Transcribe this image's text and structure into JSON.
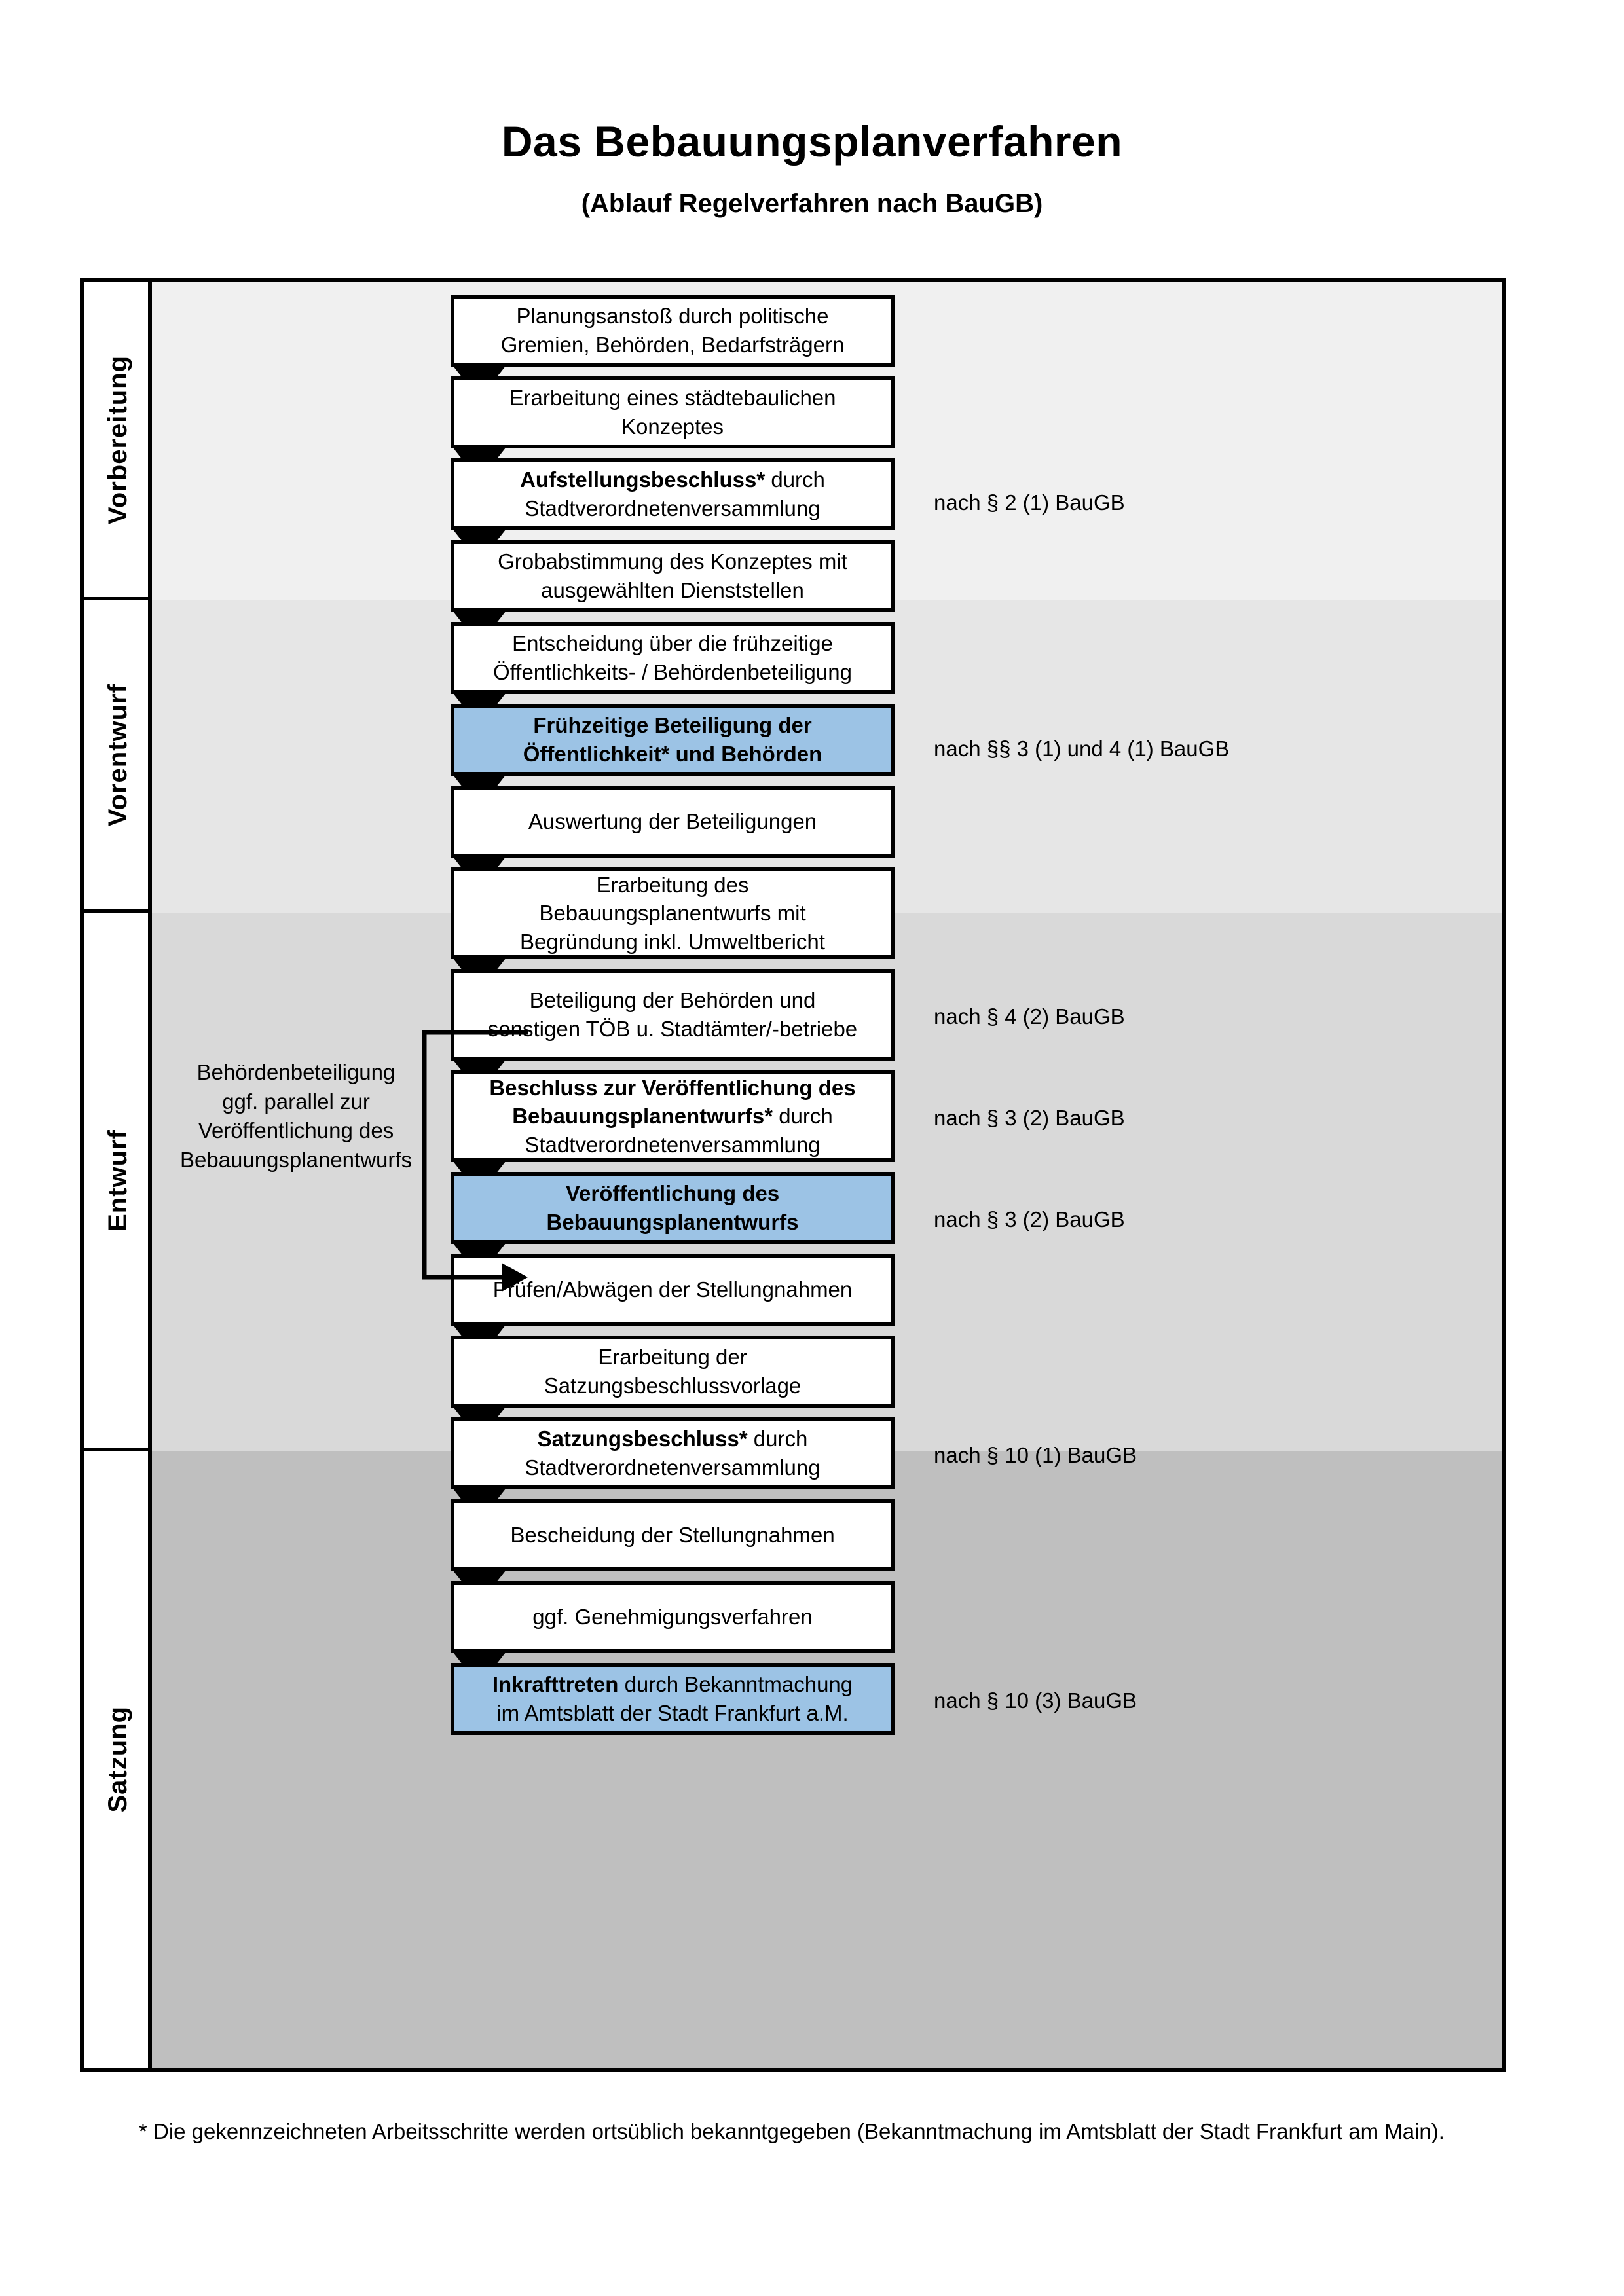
{
  "header": {
    "title": "Das Bebauungsplanverfahren",
    "subtitle": "(Ablauf Regelverfahren nach BauGB)"
  },
  "colors": {
    "highlight": "#9CC3E5",
    "phase_1_bg": "#F0F0F0",
    "phase_2_bg": "#E6E6E6",
    "phase_3_bg": "#D9D9D9",
    "phase_4_bg": "#BFBFBF",
    "border": "#000000"
  },
  "phases": [
    {
      "label": "Vorbereitung"
    },
    {
      "label": "Vorentwurf"
    },
    {
      "label": "Entwurf"
    },
    {
      "label": "Satzung"
    }
  ],
  "steps": [
    {
      "id": "planungsanstoss",
      "phase": "Vorbereitung",
      "line1": "Planungsanstoß durch politische",
      "line2": "Gremien, Behörden, Bedarfsträgern",
      "highlighted": false
    },
    {
      "id": "staedtebauliches-konzept",
      "phase": "Vorbereitung",
      "line1": "Erarbeitung eines städtebaulichen",
      "line2": "Konzeptes",
      "highlighted": false
    },
    {
      "id": "aufstellungsbeschluss",
      "phase": "Vorbereitung",
      "bold1": "Aufstellungsbeschluss*",
      "rest1": " durch",
      "line2": "Stadtverordnetenversammlung",
      "highlighted": false
    },
    {
      "id": "grobabstimmung",
      "phase": "Vorentwurf",
      "line1": "Grobabstimmung des Konzeptes mit",
      "line2": "ausgewählten Dienststellen",
      "highlighted": false
    },
    {
      "id": "entscheidung-fruehzeitige",
      "phase": "Vorentwurf",
      "line1": "Entscheidung über die frühzeitige",
      "line2": "Öffentlichkeits- / Behördenbeteiligung",
      "highlighted": false
    },
    {
      "id": "fruehzeitige-beteiligung",
      "phase": "Vorentwurf",
      "bold1": "Frühzeitige Beteiligung der",
      "bold2": "Öffentlichkeit* und Behörden",
      "highlighted": true
    },
    {
      "id": "auswertung-beteiligungen",
      "phase": "Entwurf",
      "line1": "Auswertung der Beteiligungen",
      "highlighted": false
    },
    {
      "id": "erarbeitung-entwurf",
      "phase": "Entwurf",
      "line1": "Erarbeitung des",
      "line2": "Bebauungsplanentwurfs mit",
      "line3": "Begründung inkl. Umweltbericht",
      "highlighted": false
    },
    {
      "id": "beteiligung-behoerden",
      "phase": "Entwurf",
      "line1": "Beteiligung der Behörden und",
      "line2": "sonstigen TÖB u. Stadtämter/-betriebe",
      "highlighted": false
    },
    {
      "id": "beschluss-veroeffentlichung",
      "phase": "Entwurf",
      "bold1": "Beschluss zur Veröffentlichung des",
      "bold2": "Bebauungsplanentwurfs*",
      "rest2": " durch",
      "line3": "Stadtverordnetenversammlung",
      "highlighted": false
    },
    {
      "id": "veroeffentlichung-entwurf",
      "phase": "Entwurf",
      "bold1": "Veröffentlichung des",
      "bold2": "Bebauungsplanentwurfs",
      "highlighted": true
    },
    {
      "id": "pruefen-abwaegen",
      "phase": "Satzung",
      "line1": "Prüfen/Abwägen der Stellungnahmen",
      "highlighted": false
    },
    {
      "id": "erarbeitung-satzungsvorlage",
      "phase": "Satzung",
      "line1": "Erarbeitung der",
      "line2": "Satzungsbeschlussvorlage",
      "highlighted": false
    },
    {
      "id": "satzungsbeschluss",
      "phase": "Satzung",
      "bold1": "Satzungsbeschluss*",
      "rest1": " durch",
      "line2": "Stadtverordnetenversammlung",
      "highlighted": false
    },
    {
      "id": "bescheidung",
      "phase": "Satzung",
      "line1": "Bescheidung der Stellungnahmen",
      "highlighted": false
    },
    {
      "id": "genehmigungsverfahren",
      "phase": "Satzung",
      "line1": "ggf. Genehmigungsverfahren",
      "highlighted": false
    },
    {
      "id": "inkrafttreten",
      "phase": "Satzung",
      "bold1": "Inkrafttreten",
      "rest1": " durch Bekanntmachung",
      "line2": "im Amtsblatt der Stadt Frankfurt a.M.",
      "highlighted": true
    }
  ],
  "references": [
    {
      "id": "ref-par-2-1",
      "text": "nach § 2 (1) BauGB",
      "for_step": "aufstellungsbeschluss"
    },
    {
      "id": "ref-par-3-4-1",
      "text": "nach §§ 3 (1) und 4 (1) BauGB",
      "for_step": "fruehzeitige-beteiligung"
    },
    {
      "id": "ref-par-4-2",
      "text": "nach § 4 (2) BauGB",
      "for_step": "beteiligung-behoerden"
    },
    {
      "id": "ref-par-3-2-a",
      "text": "nach § 3 (2) BauGB",
      "for_step": "beschluss-veroeffentlichung"
    },
    {
      "id": "ref-par-3-2-b",
      "text": "nach § 3 (2) BauGB",
      "for_step": "veroeffentlichung-entwurf"
    },
    {
      "id": "ref-par-10-1",
      "text": "nach § 10 (1) BauGB",
      "for_step": "satzungsbeschluss"
    },
    {
      "id": "ref-par-10-3",
      "text": "nach § 10 (3) BauGB",
      "for_step": "inkrafttreten"
    }
  ],
  "side_note": {
    "line1": "Behördenbeteiligung",
    "line2": "ggf. parallel zur",
    "line3": "Veröffentlichung des",
    "line4": "Bebauungsplanentwurfs"
  },
  "footnote": {
    "text": "* Die gekennzeichneten Arbeitsschritte werden ortsüblich bekanntgegeben (Bekanntmachung im Amtsblatt  der Stadt Frankfurt am Main)."
  },
  "chart_data": {
    "type": "flowchart",
    "title": "Das Bebauungsplanverfahren",
    "subtitle": "(Ablauf Regelverfahren nach BauGB)",
    "orientation": "top-to-bottom",
    "swimlanes": [
      "Vorbereitung",
      "Vorentwurf",
      "Entwurf",
      "Satzung"
    ],
    "node_count": 17,
    "highlighted_node_count": 3,
    "edges": [
      [
        "planungsanstoss",
        "staedtebauliches-konzept"
      ],
      [
        "staedtebauliches-konzept",
        "aufstellungsbeschluss"
      ],
      [
        "aufstellungsbeschluss",
        "grobabstimmung"
      ],
      [
        "grobabstimmung",
        "entscheidung-fruehzeitige"
      ],
      [
        "entscheidung-fruehzeitige",
        "fruehzeitige-beteiligung"
      ],
      [
        "fruehzeitige-beteiligung",
        "auswertung-beteiligungen"
      ],
      [
        "auswertung-beteiligungen",
        "erarbeitung-entwurf"
      ],
      [
        "erarbeitung-entwurf",
        "beteiligung-behoerden"
      ],
      [
        "beteiligung-behoerden",
        "beschluss-veroeffentlichung"
      ],
      [
        "beteiligung-behoerden",
        "veroeffentlichung-entwurf"
      ],
      [
        "beschluss-veroeffentlichung",
        "veroeffentlichung-entwurf"
      ],
      [
        "veroeffentlichung-entwurf",
        "pruefen-abwaegen"
      ],
      [
        "pruefen-abwaegen",
        "erarbeitung-satzungsvorlage"
      ],
      [
        "erarbeitung-satzungsvorlage",
        "satzungsbeschluss"
      ],
      [
        "satzungsbeschluss",
        "bescheidung"
      ],
      [
        "bescheidung",
        "genehmigungsverfahren"
      ],
      [
        "genehmigungsverfahren",
        "inkrafttreten"
      ]
    ]
  }
}
